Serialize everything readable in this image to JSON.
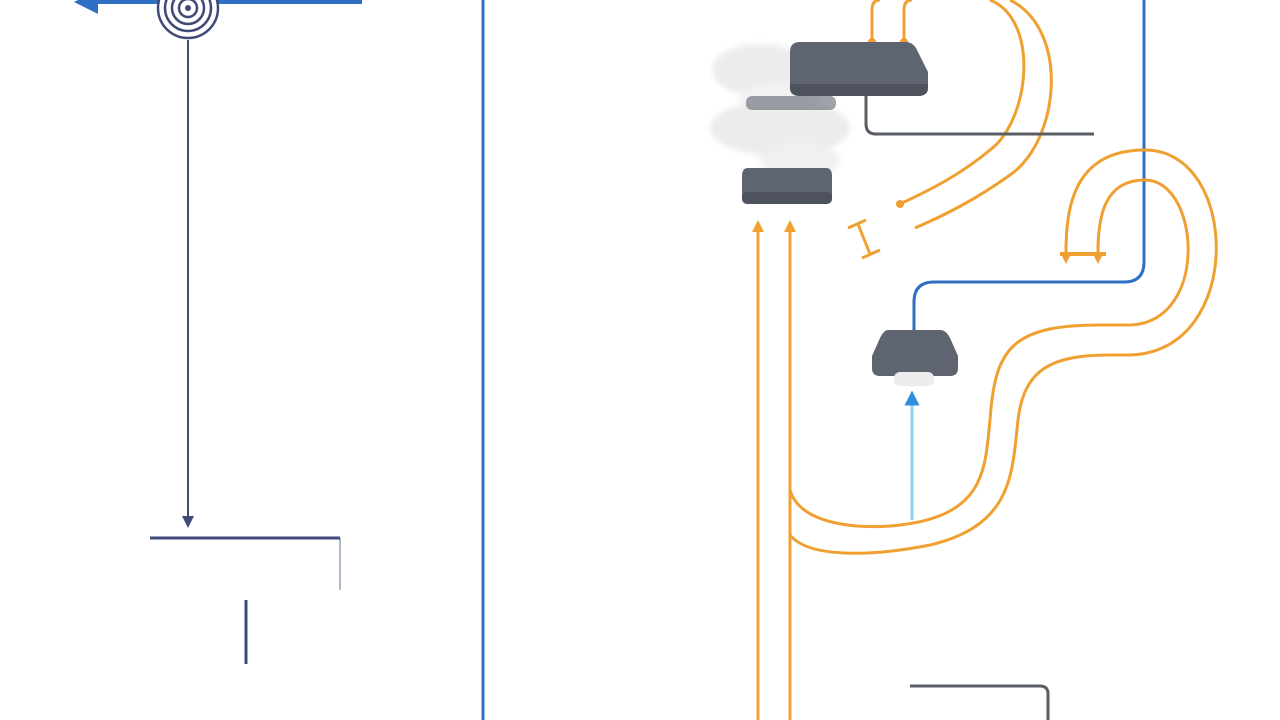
{
  "diagram": {
    "colors": {
      "background": "#ffffff",
      "blue": "#2f6fc4",
      "light_blue": "#8fd3f4",
      "navy": "#3f4a78",
      "orange": "#f0a030",
      "device_gray": "#5e6470",
      "cloud": "#ececec",
      "wire_gray": "#5a5f66"
    },
    "nodes": [
      {
        "id": "target-node",
        "icon": "concentric-target-icon"
      },
      {
        "id": "router-large",
        "icon": "router-icon"
      },
      {
        "id": "router-mid",
        "icon": "router-icon"
      },
      {
        "id": "router-small",
        "icon": "router-icon"
      },
      {
        "id": "cloud-cluster",
        "icon": "cloud-icon"
      }
    ],
    "connectors": [
      {
        "id": "target-down-arrow",
        "color": "navy",
        "arrow": "down"
      },
      {
        "id": "target-left-arrow",
        "color": "blue",
        "arrow": "left"
      },
      {
        "id": "vertical-divider",
        "color": "blue",
        "arrow": "none"
      },
      {
        "id": "bracket-bottom-left",
        "color": "navy",
        "arrow": "none"
      },
      {
        "id": "light-blue-link",
        "color": "light_blue",
        "arrow": "none"
      },
      {
        "id": "orange-loop-top",
        "color": "orange",
        "arrow": "down"
      },
      {
        "id": "orange-loop-right",
        "color": "orange",
        "arrow": "down"
      },
      {
        "id": "orange-vertical-pair",
        "color": "orange",
        "arrow": "up"
      },
      {
        "id": "orange-s-curve",
        "color": "orange",
        "arrow": "none"
      },
      {
        "id": "blue-link-to-small-router",
        "color": "blue",
        "arrow": "none"
      },
      {
        "id": "light-blue-up-arrow",
        "color": "light_blue",
        "arrow": "up"
      },
      {
        "id": "gray-wire-top",
        "color": "wire_gray",
        "arrow": "none"
      },
      {
        "id": "gray-wire-bottom",
        "color": "wire_gray",
        "arrow": "none"
      }
    ]
  }
}
